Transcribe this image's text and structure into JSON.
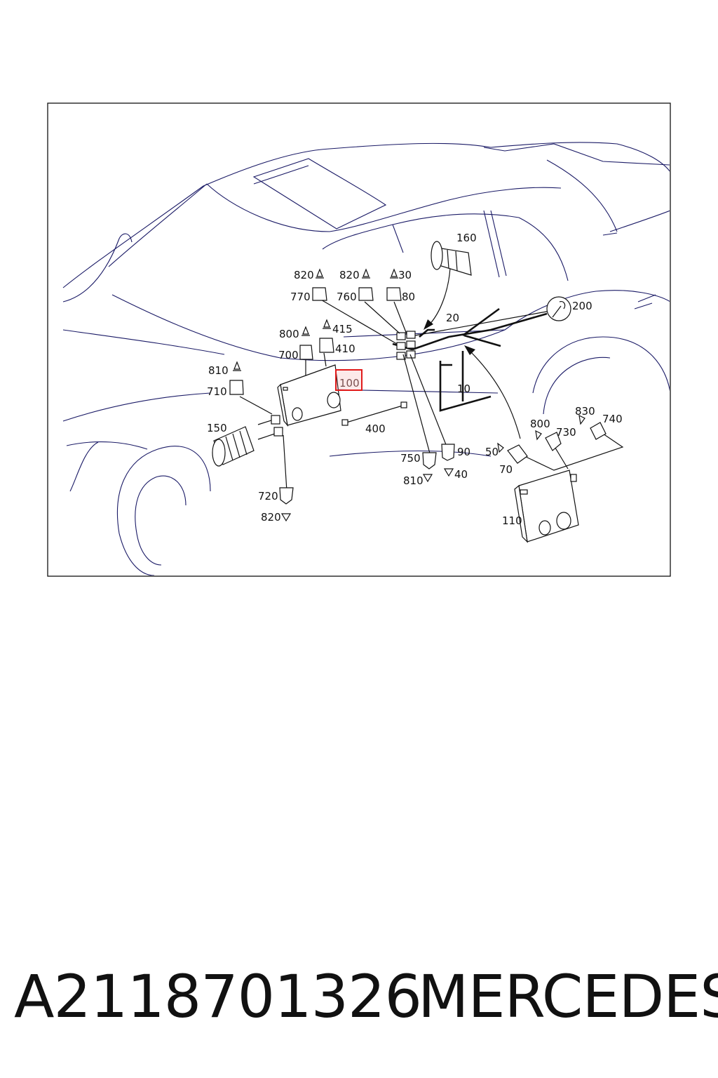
{
  "diagram": {
    "callouts": [
      {
        "id": "c10",
        "text": "10"
      },
      {
        "id": "c20",
        "text": "20"
      },
      {
        "id": "c30",
        "text": "30"
      },
      {
        "id": "c40",
        "text": "40"
      },
      {
        "id": "c50",
        "text": "50"
      },
      {
        "id": "c70",
        "text": "70"
      },
      {
        "id": "c80",
        "text": "80"
      },
      {
        "id": "c90",
        "text": "90"
      },
      {
        "id": "c100",
        "text": "100"
      },
      {
        "id": "c110",
        "text": "110"
      },
      {
        "id": "c150",
        "text": "150"
      },
      {
        "id": "c160",
        "text": "160"
      },
      {
        "id": "c200",
        "text": "200"
      },
      {
        "id": "c400",
        "text": "400"
      },
      {
        "id": "c410",
        "text": "410"
      },
      {
        "id": "c415",
        "text": "415"
      },
      {
        "id": "c700",
        "text": "700"
      },
      {
        "id": "c710",
        "text": "710"
      },
      {
        "id": "c720",
        "text": "720"
      },
      {
        "id": "c730",
        "text": "730"
      },
      {
        "id": "c740",
        "text": "740"
      },
      {
        "id": "c750",
        "text": "750"
      },
      {
        "id": "c760",
        "text": "760"
      },
      {
        "id": "c770",
        "text": "770"
      },
      {
        "id": "c800a",
        "text": "800"
      },
      {
        "id": "c800b",
        "text": "800"
      },
      {
        "id": "c810a",
        "text": "810"
      },
      {
        "id": "c810b",
        "text": "810"
      },
      {
        "id": "c820a",
        "text": "820"
      },
      {
        "id": "c820b",
        "text": "820"
      },
      {
        "id": "c820c",
        "text": "820"
      },
      {
        "id": "c830",
        "text": "830"
      }
    ],
    "highlighted_callout": "100",
    "colors": {
      "highlight": "#e01b1b",
      "car_outline": "#1a1a66",
      "parts": "#111111"
    }
  },
  "footer": {
    "part_number": "A2118701326",
    "brand": "MERCEDES"
  }
}
